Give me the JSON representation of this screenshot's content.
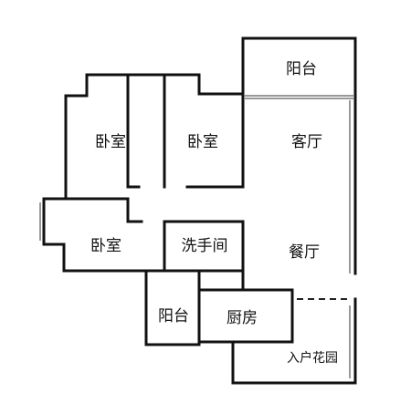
{
  "rooms": {
    "balcony_top": "阳台",
    "bedroom_1": "卧室",
    "bedroom_2": "卧室",
    "living_room": "客厅",
    "bedroom_3": "卧室",
    "washroom": "洗手间",
    "dining_room": "餐厅",
    "balcony_small": "阳台",
    "kitchen": "厨房",
    "entrance_garden": "入户花园"
  },
  "colors": {
    "wall": "#111111",
    "background": "#ffffff"
  }
}
